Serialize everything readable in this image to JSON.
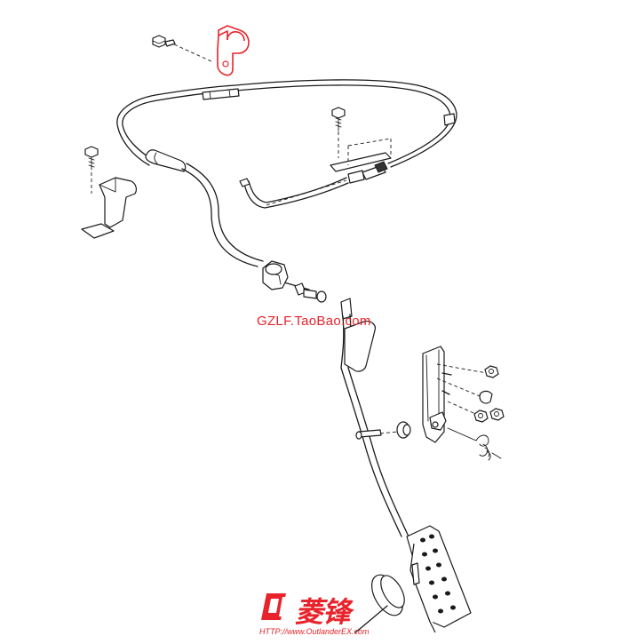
{
  "diagram": {
    "highlighted_part": "cable-retaining-clip",
    "colors": {
      "line": "#1a1a1a",
      "highlight": "#e8232b",
      "background": "#ffffff"
    }
  },
  "watermark": {
    "text": "GZLF.TaoBao.com"
  },
  "logo": {
    "text": "菱锋",
    "url": "HTTP://www.OutlanderEX.com"
  }
}
